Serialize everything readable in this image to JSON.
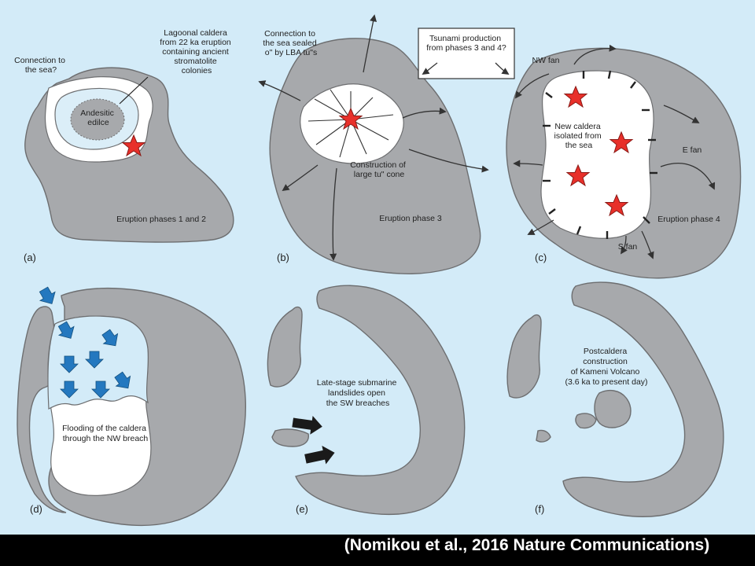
{
  "panels": {
    "a": {
      "letter": "(a)",
      "caption": "Eruption phases 1 and 2",
      "connection_label": [
        "Connection to",
        "the sea?"
      ],
      "lagoon_label": [
        "Lagoonal caldera",
        "from 22 ka eruption",
        "containing ancient",
        "stromatolite",
        "colonies"
      ],
      "edifice_label": [
        "Andesitic",
        "edilce"
      ]
    },
    "b": {
      "letter": "(b)",
      "caption": "Eruption phase 3",
      "connection_label": [
        "Connection to",
        "the sea sealed",
        "o\" by LBA tu\"s"
      ],
      "cone_label": [
        "Construction of",
        "large tu\" cone"
      ]
    },
    "c": {
      "letter": "(c)",
      "caption": "Eruption phase 4",
      "tsunami_label": [
        "Tsunami production",
        "from phases 3 and 4?"
      ],
      "nw_fan": "NW fan",
      "e_fan": "E fan",
      "s_fan": "S fan",
      "caldera_label": [
        "New caldera",
        "isolated from",
        "the sea"
      ]
    },
    "d": {
      "letter": "(d)",
      "flood_label": [
        "Flooding of the caldera",
        "through the NW breach"
      ]
    },
    "e": {
      "letter": "(e)",
      "landslide_label": [
        "Late-stage submarine",
        "landslides open",
        "the SW breaches"
      ]
    },
    "f": {
      "letter": "(f)",
      "kameni_label": [
        "Postcaldera",
        "construction",
        "of Kameni Volcano",
        "(3.6 ka to present day)"
      ]
    }
  },
  "citation": "(Nomikou et al., 2016 Nature Communications)",
  "colors": {
    "sea": "#d3ebf8",
    "land": "#a7a9ac",
    "star": "#e8302a",
    "flood_arrow": "#2478bf",
    "breach_arrow": "#1a1a1a",
    "background": "#000000"
  }
}
